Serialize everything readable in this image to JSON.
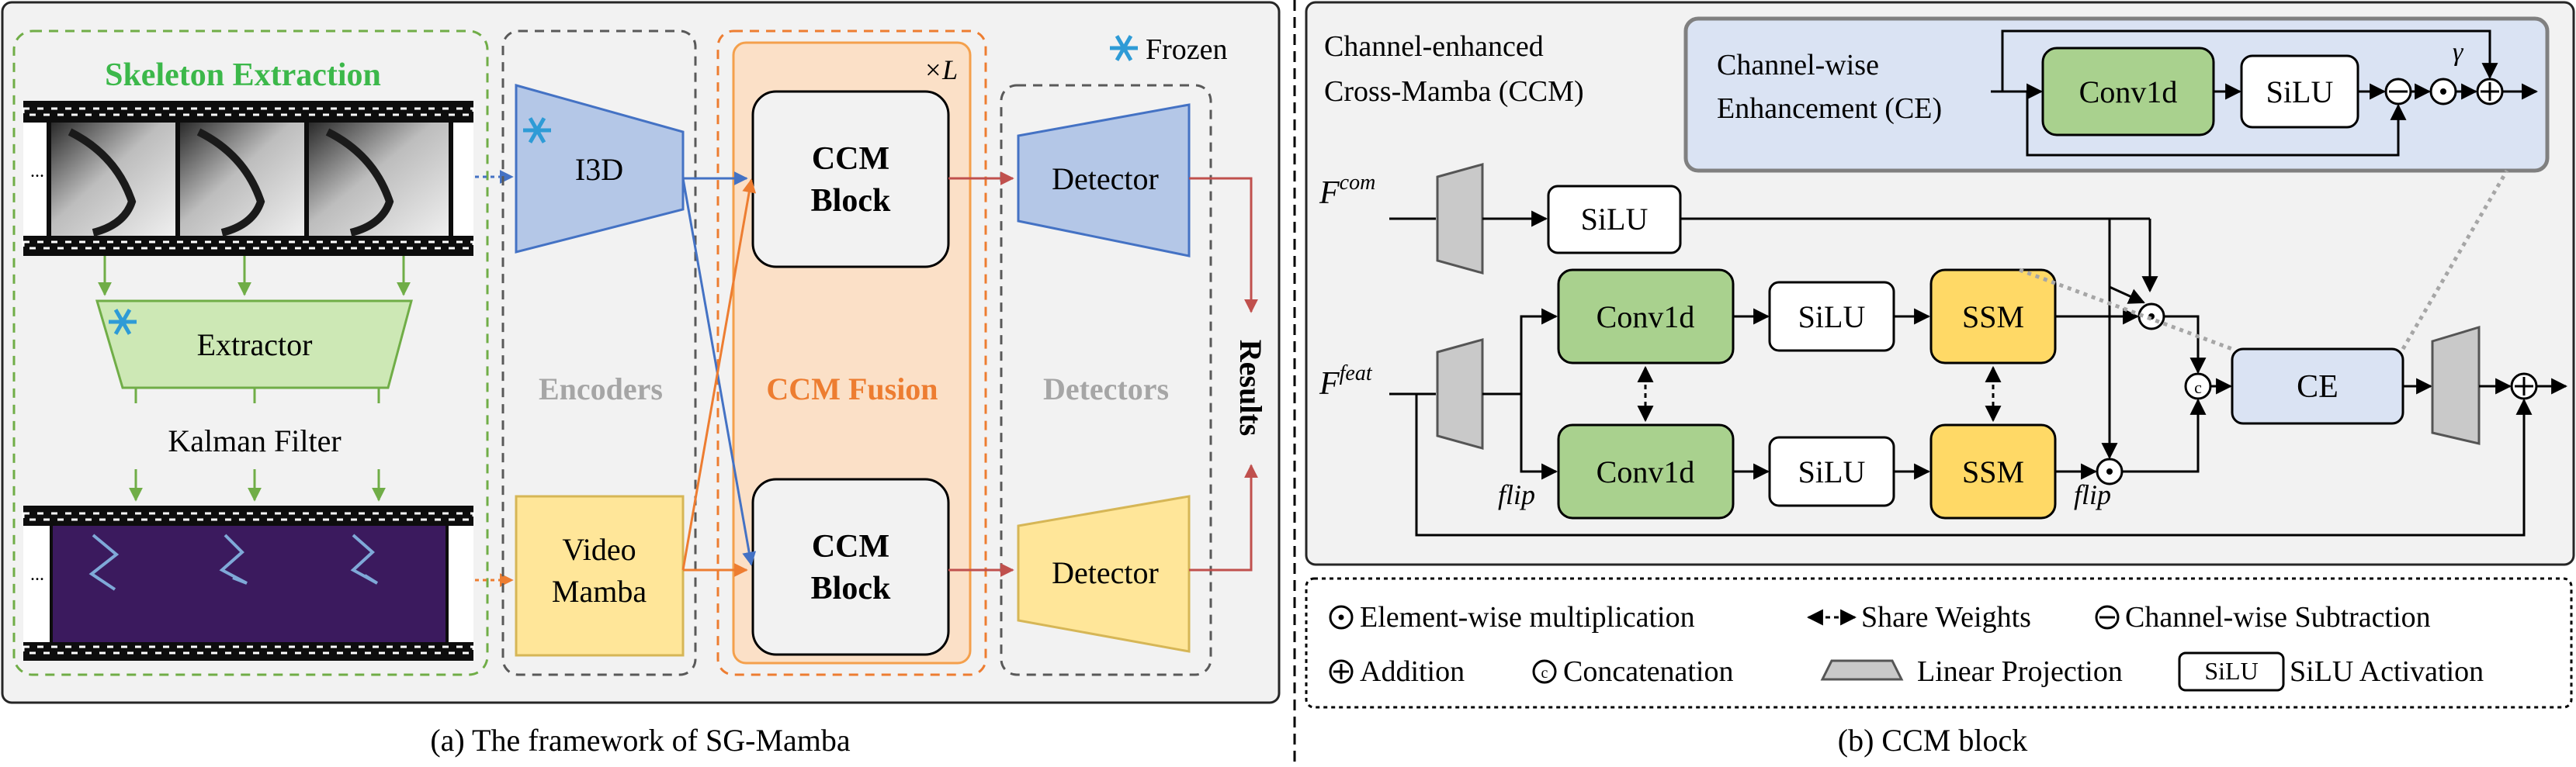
{
  "panel_a": {
    "skeleton_extraction_title": "Skeleton Extraction",
    "extractor_label": "Extractor",
    "kalman_filter_label": "Kalman Filter",
    "i3d_label": "I3D",
    "video_mamba_line1": "Video",
    "video_mamba_line2": "Mamba",
    "encoders_label": "Encoders",
    "ccm_block_line1": "CCM",
    "ccm_block_line2": "Block",
    "repeat_label": "×L",
    "ccm_fusion_label": "CCM Fusion",
    "detector_label": "Detector",
    "detectors_label": "Detectors",
    "frozen_label": "Frozen",
    "results_label": "Results",
    "ellipsis": "...",
    "caption": "(a) The framework of SG-Mamba"
  },
  "panel_b": {
    "title_line1": "Channel-enhanced",
    "title_line2": "Cross-Mamba (CCM)",
    "ce_title_line1": "Channel-wise",
    "ce_title_line2": "Enhancement (CE)",
    "conv1d_label": "Conv1d",
    "silu_label": "SiLU",
    "ssm_label": "SSM",
    "ce_label": "CE",
    "gamma_label": "γ",
    "f_com_base": "F",
    "f_com_sup": "com",
    "f_feat_base": "F",
    "f_feat_sup": "feat",
    "flip_label": "flip",
    "caption": "(b) CCM block"
  },
  "legend": {
    "element_wise": "Element-wise multiplication",
    "share_weights": "Share Weights",
    "channel_subtraction": "Channel-wise Subtraction",
    "addition": "Addition",
    "concatenation": "Concatenation",
    "linear_projection": "Linear Projection",
    "silu_box": "SiLU",
    "silu_activation": "SiLU Activation"
  },
  "colors": {
    "skeleton_green": "#3cb84a",
    "green_fill": "#cde8b5",
    "blue_fill": "#b4c7e7",
    "yellow_fill": "#ffe699",
    "ccm_orange": "#f4a04c",
    "ssm_fill": "#ffd966",
    "conv_fill": "#a9d18e",
    "ce_panel_fill": "#dae3f3",
    "frozen_blue": "#2e9bd6",
    "blue_arrow": "#4472c4",
    "orange_arrow": "#ed7d31",
    "red_arrow": "#c0504d",
    "gray_label": "#a6a6a6",
    "skeleton_bg": "#3b1a5e"
  }
}
